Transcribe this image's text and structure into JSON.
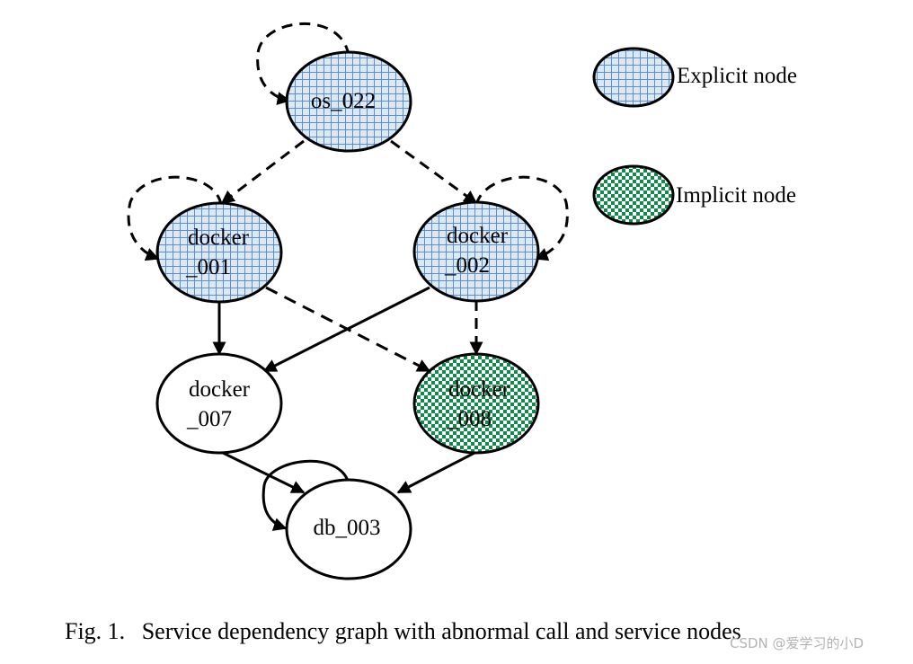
{
  "figure": {
    "caption_prefix": "Fig. 1.",
    "caption_text": "Service dependency graph with abnormal call and service nodes",
    "watermark": "CSDN @爱学习的小D"
  },
  "legend": {
    "explicit_label": "Explicit node",
    "implicit_label": "Implicit node"
  },
  "nodes": {
    "os_022": {
      "line1": "os_022",
      "type": "explicit"
    },
    "docker_001": {
      "line1": "docker",
      "line2": "_001",
      "type": "explicit"
    },
    "docker_002": {
      "line1": "docker",
      "line2": "_002",
      "type": "explicit"
    },
    "docker_007": {
      "line1": "docker",
      "line2": "_007",
      "type": "normal"
    },
    "docker_008": {
      "line1": "docker",
      "line2": "_008",
      "type": "implicit"
    },
    "db_003": {
      "line1": "db_003",
      "type": "normal"
    }
  },
  "edges": [
    {
      "from": "os_022",
      "to": "os_022",
      "style": "dashed",
      "kind": "self-loop"
    },
    {
      "from": "os_022",
      "to": "docker_001",
      "style": "dashed"
    },
    {
      "from": "os_022",
      "to": "docker_002",
      "style": "dashed"
    },
    {
      "from": "docker_001",
      "to": "docker_001",
      "style": "dashed",
      "kind": "self-loop"
    },
    {
      "from": "docker_002",
      "to": "docker_002",
      "style": "dashed",
      "kind": "self-loop"
    },
    {
      "from": "docker_001",
      "to": "docker_007",
      "style": "solid"
    },
    {
      "from": "docker_001",
      "to": "docker_008",
      "style": "dashed"
    },
    {
      "from": "docker_002",
      "to": "docker_007",
      "style": "solid"
    },
    {
      "from": "docker_002",
      "to": "docker_008",
      "style": "dashed"
    },
    {
      "from": "docker_007",
      "to": "db_003",
      "style": "solid"
    },
    {
      "from": "docker_008",
      "to": "db_003",
      "style": "solid"
    },
    {
      "from": "db_003",
      "to": "db_003",
      "style": "solid",
      "kind": "self-loop"
    }
  ],
  "colors": {
    "explicit_fill": "#dce8f6",
    "explicit_grid": "#5b8fc7",
    "implicit_fill": "#ffffff",
    "implicit_check": "#0f8a4a",
    "stroke": "#000000"
  }
}
